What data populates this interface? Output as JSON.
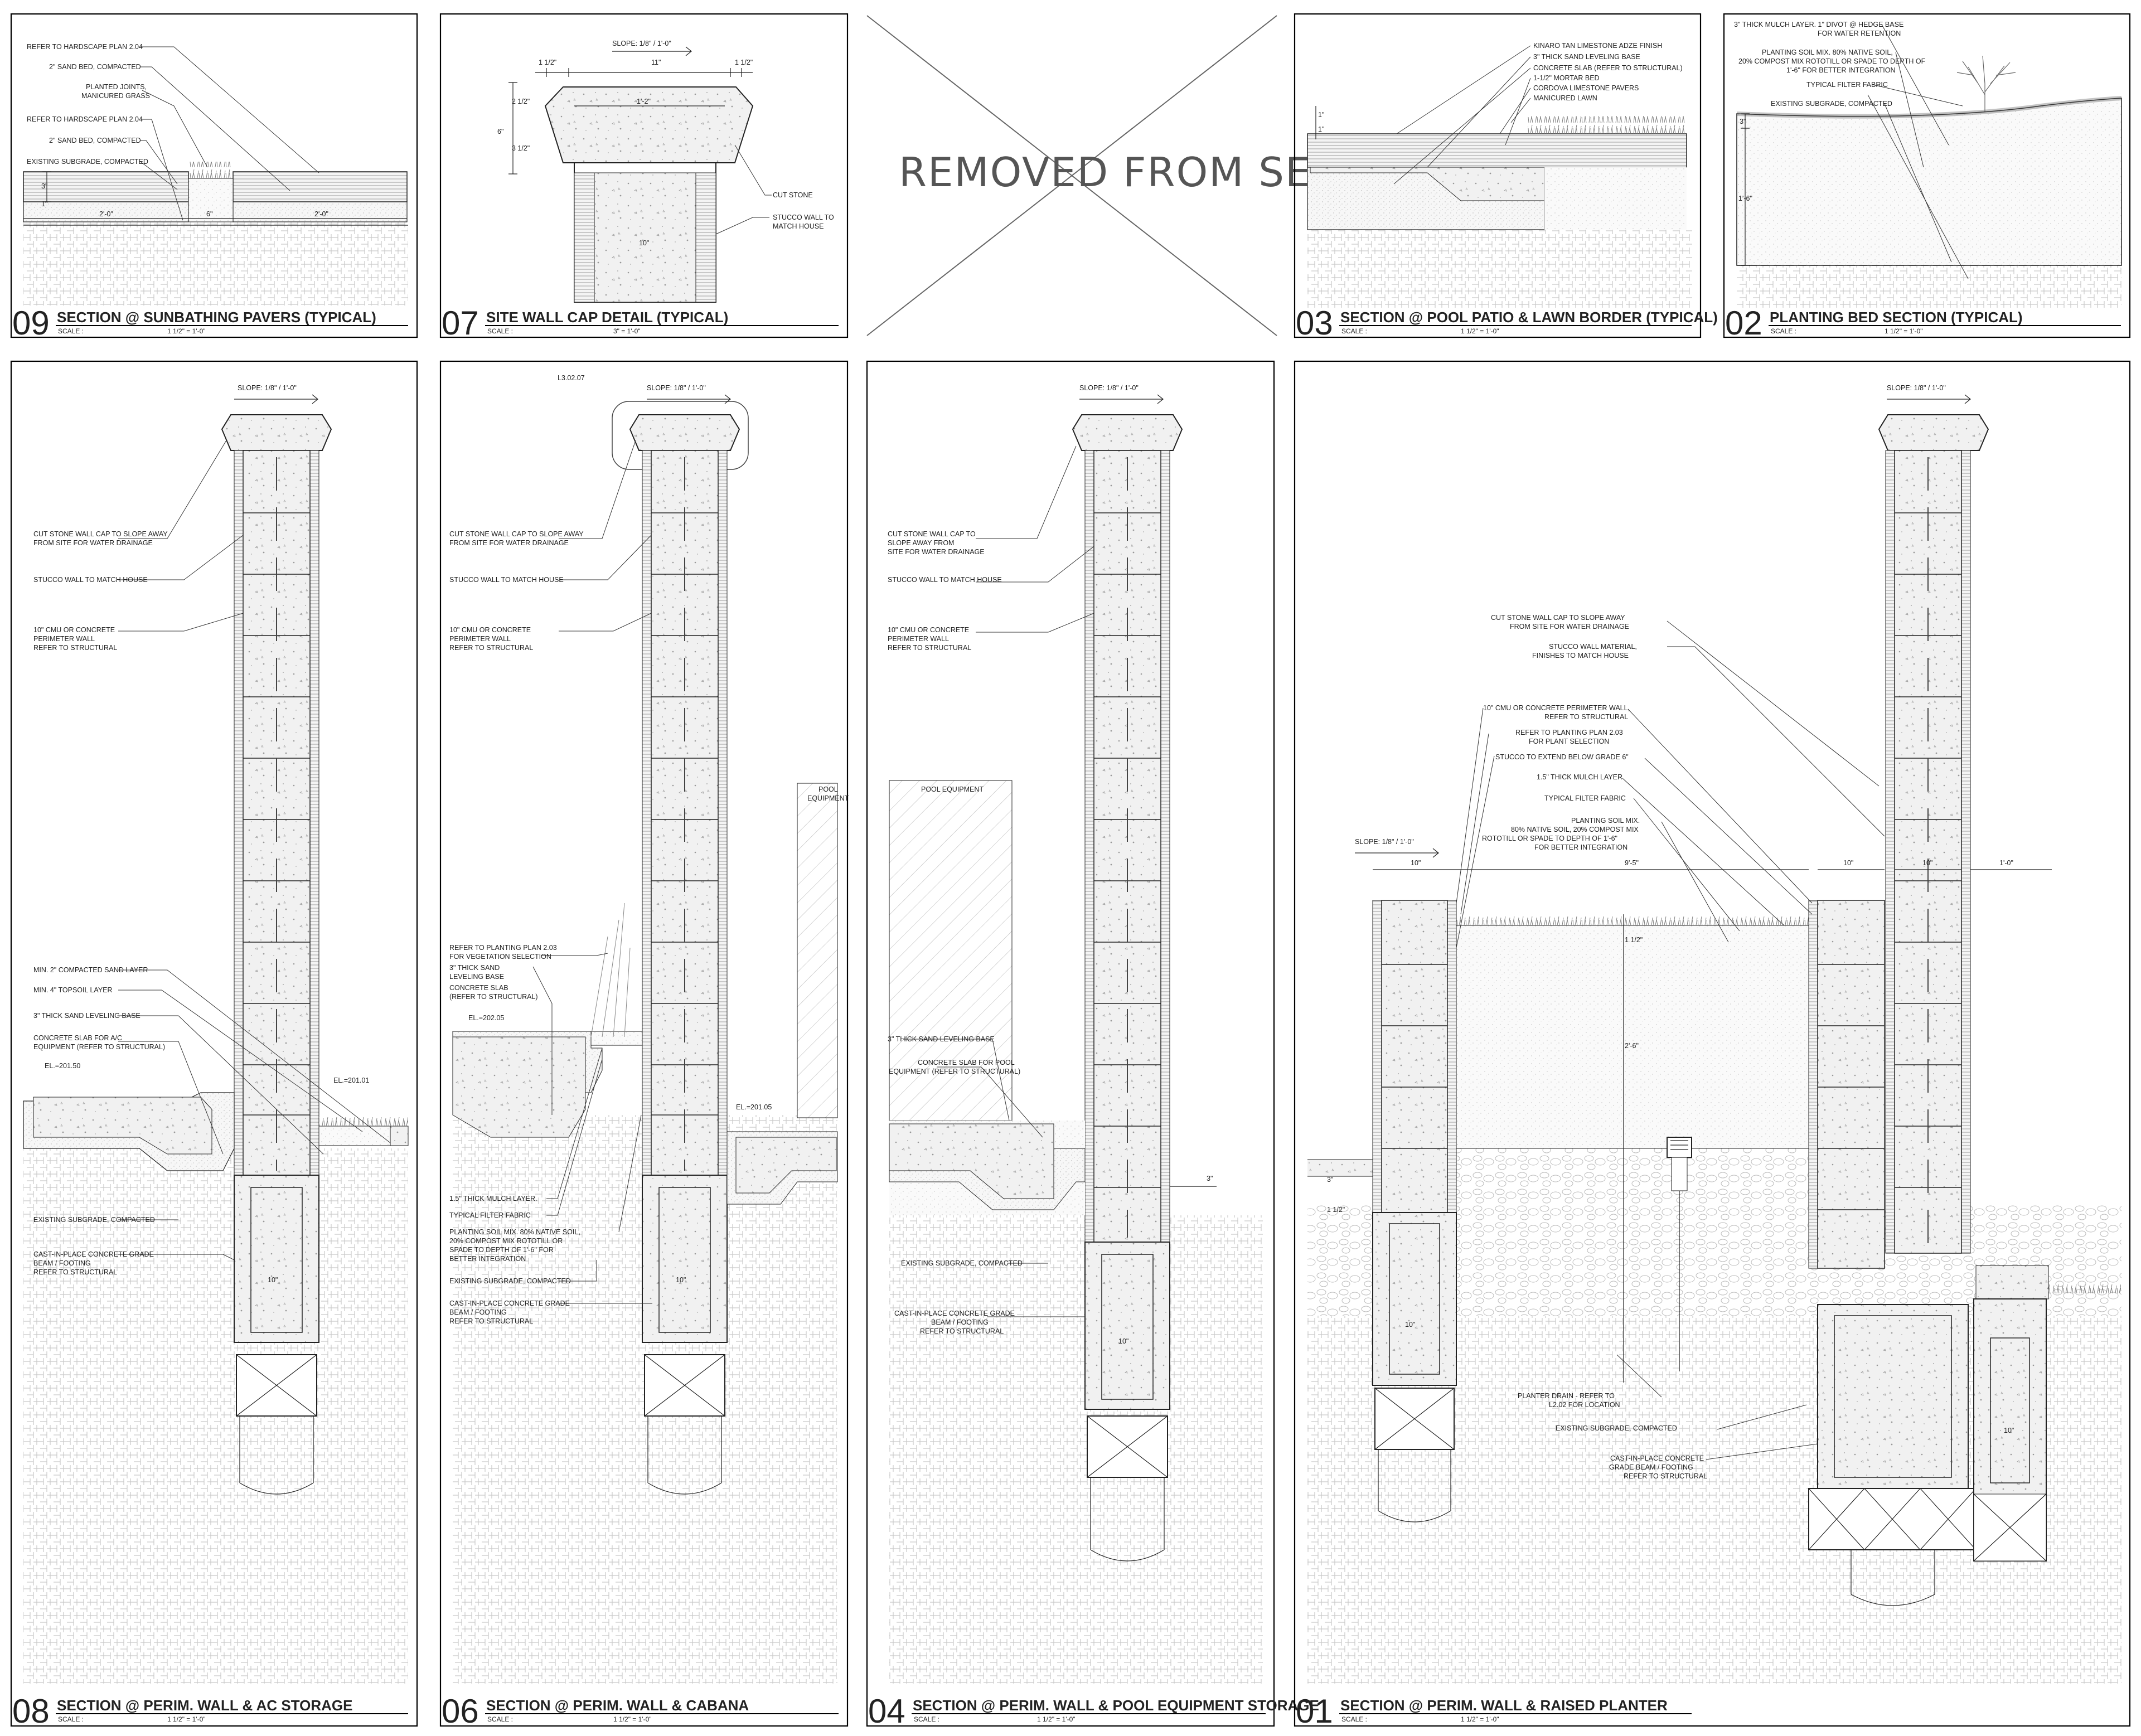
{
  "removed_label": "REMOVED FROM SET",
  "ref_label": "L3.02.07",
  "details": {
    "d09": {
      "num": "09",
      "title": "SECTION @ SUNBATHING PAVERS (TYPICAL)",
      "scale_label": "SCALE :",
      "scale": "1 1/2\" = 1'-0\"",
      "notes": [
        "REFER TO HARDSCAPE PLAN 2.04",
        "2\" SAND BED, COMPACTED",
        "PLANTED JOINTS,",
        "MANICURED GRASS",
        "REFER TO HARDSCAPE PLAN 2.04",
        "2\" SAND BED, COMPACTED",
        "EXISTING SUBGRADE, COMPACTED"
      ],
      "dims": [
        "2'-0\"",
        "6\"",
        "2'-0\"",
        "3\"",
        "1\""
      ]
    },
    "d07": {
      "num": "07",
      "title": "SITE WALL CAP DETAIL (TYPICAL)",
      "scale_label": "SCALE :",
      "scale": "3\" = 1'-0\"",
      "notes": [
        "SLOPE: 1/8\" / 1'-0\"",
        "CUT STONE",
        "STUCCO WALL TO",
        "MATCH HOUSE"
      ],
      "dims": [
        "1 1/2\"",
        "11\"",
        "1 1/2\"",
        "1'-2\"",
        "6\"",
        "2 1/2\"",
        "3 1/2\"",
        "10\""
      ]
    },
    "d03": {
      "num": "03",
      "title": "SECTION @ POOL PATIO & LAWN BORDER (TYPICAL)",
      "scale_label": "SCALE :",
      "scale": "1 1/2\" = 1'-0\"",
      "notes": [
        "KINARO TAN LIMESTONE ADZE FINISH",
        "3\" THICK SAND LEVELING BASE",
        "CONCRETE SLAB (REFER TO STRUCTURAL)",
        "1-1/2\" MORTAR BED",
        "CORDOVA LIMESTONE PAVERS",
        "MANICURED LAWN"
      ],
      "dims": [
        "1\"",
        "1\""
      ]
    },
    "d02": {
      "num": "02",
      "title": "PLANTING BED SECTION (TYPICAL)",
      "scale_label": "SCALE :",
      "scale": "1 1/2\" = 1'-0\"",
      "notes": [
        "3\" THICK MULCH LAYER. 1\" DIVOT @ HEDGE BASE",
        "FOR WATER RETENTION",
        "PLANTING SOIL MIX. 80% NATIVE SOIL,",
        "20% COMPOST MIX ROTOTILL OR SPADE TO DEPTH OF",
        "1'-6\" FOR BETTER INTEGRATION",
        "TYPICAL FILTER FABRIC",
        "EXISTING SUBGRADE, COMPACTED"
      ],
      "dims": [
        "3\"",
        "1'-6\""
      ]
    },
    "d08": {
      "num": "08",
      "title": "SECTION @ PERIM. WALL & AC STORAGE",
      "scale_label": "SCALE :",
      "scale": "1 1/2\" = 1'-0\"",
      "notes": [
        "SLOPE: 1/8\" / 1'-0\"",
        "CUT STONE WALL CAP TO SLOPE AWAY",
        "FROM SITE FOR WATER DRAINAGE",
        "STUCCO WALL TO MATCH HOUSE",
        "10\" CMU OR CONCRETE",
        "PERIMETER WALL",
        "REFER TO STRUCTURAL",
        "MIN. 2\" COMPACTED SAND LAYER",
        "MIN. 4\" TOPSOIL LAYER",
        "3\" THICK SAND LEVELING BASE",
        "CONCRETE SLAB FOR A/C",
        "EQUIPMENT (REFER TO STRUCTURAL)",
        "EL.=201.50",
        "EL.=201.01",
        "EXISTING SUBGRADE, COMPACTED",
        "CAST-IN-PLACE CONCRETE GRADE",
        "BEAM / FOOTING",
        "REFER TO STRUCTURAL"
      ],
      "dims": [
        "10\""
      ]
    },
    "d06": {
      "num": "06",
      "title": "SECTION @ PERIM. WALL & CABANA",
      "scale_label": "SCALE :",
      "scale": "1 1/2\" = 1'-0\"",
      "notes": [
        "SLOPE: 1/8\" / 1'-0\"",
        "CUT STONE WALL CAP TO SLOPE AWAY",
        "FROM SITE FOR WATER DRAINAGE",
        "STUCCO WALL TO MATCH HOUSE",
        "10\" CMU OR CONCRETE",
        "PERIMETER WALL",
        "REFER TO STRUCTURAL",
        "POOL",
        "EQUIPMENT",
        "REFER TO PLANTING PLAN 2.03",
        "FOR VEGETATION SELECTION",
        "3\" THICK SAND",
        "LEVELING BASE",
        "CONCRETE SLAB",
        "(REFER TO STRUCTURAL)",
        "EL.=202.05",
        "EL.=201.05",
        "1.5\" THICK MULCH LAYER.",
        "TYPICAL FILTER FABRIC",
        "PLANTING SOIL MIX. 80% NATIVE SOIL,",
        "20% COMPOST MIX ROTOTILL OR",
        "SPADE TO DEPTH OF 1'-6\" FOR",
        "BETTER INTEGRATION",
        "EXISTING SUBGRADE, COMPACTED",
        "CAST-IN-PLACE CONCRETE GRADE",
        "BEAM / FOOTING",
        "REFER TO STRUCTURAL"
      ],
      "dims": [
        "10\""
      ]
    },
    "d04": {
      "num": "04",
      "title": "SECTION @ PERIM. WALL & POOL EQUIPMENT STORAGE",
      "scale_label": "SCALE :",
      "scale": "1 1/2\" = 1'-0\"",
      "notes": [
        "SLOPE: 1/8\" / 1'-0\"",
        "CUT STONE WALL CAP TO",
        "SLOPE AWAY FROM",
        "SITE FOR WATER DRAINAGE",
        "STUCCO WALL TO MATCH HOUSE",
        "10\" CMU OR CONCRETE",
        "PERIMETER WALL",
        "REFER TO STRUCTURAL",
        "POOL EQUIPMENT",
        "3\" THICK SAND LEVELING BASE",
        "CONCRETE SLAB FOR POOL",
        "EQUIPMENT (REFER TO STRUCTURAL)",
        "EXISTING SUBGRADE, COMPACTED",
        "CAST-IN-PLACE CONCRETE GRADE",
        "BEAM / FOOTING",
        "REFER TO STRUCTURAL"
      ],
      "dims": [
        "10\"",
        "3\""
      ]
    },
    "d01": {
      "num": "01",
      "title": "SECTION @ PERIM. WALL & RAISED PLANTER",
      "scale_label": "SCALE :",
      "scale": "1 1/2\" = 1'-0\"",
      "notes": [
        "SLOPE: 1/8\" / 1'-0\"",
        "CUT STONE WALL CAP TO SLOPE AWAY",
        "FROM SITE FOR WATER DRAINAGE",
        "STUCCO WALL MATERIAL,",
        "FINISHES TO MATCH HOUSE",
        "10\" CMU OR CONCRETE PERIMETER WALL,",
        "REFER TO STRUCTURAL",
        "REFER TO PLANTING PLAN 2.03",
        "FOR PLANT SELECTION",
        "STUCCO TO EXTEND BELOW GRADE 6\"",
        "1.5\" THICK MULCH LAYER",
        "TYPICAL FILTER FABRIC",
        "PLANTING SOIL MIX.",
        "80% NATIVE SOIL, 20% COMPOST MIX",
        "ROTOTILL OR SPADE TO DEPTH OF 1'-6\"",
        "FOR BETTER INTEGRATION",
        "SLOPE: 1/8\" / 1'-0\"",
        "PLANTER DRAIN - REFER TO",
        "L2.02 FOR LOCATION",
        "EXISTING SUBGRADE, COMPACTED",
        "CAST-IN-PLACE CONCRETE",
        "GRADE BEAM / FOOTING",
        "REFER TO STRUCTURAL"
      ],
      "dims": [
        "10\"",
        "9'-5\"",
        "10\"",
        "10\"",
        "1'-0\"",
        "1 1/2\"",
        "2'-6\"",
        "3\"",
        "1 1/2\"",
        "10\"",
        "10\""
      ]
    }
  }
}
